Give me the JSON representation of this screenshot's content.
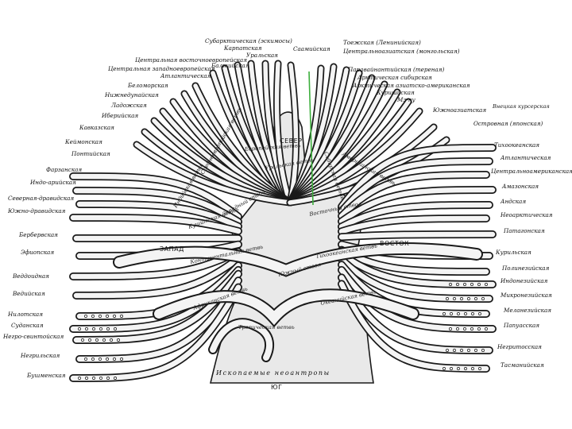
{
  "colors": {
    "ink": "#1a1a1a",
    "paper": "#ffffff",
    "trunk": "#e9e9e9",
    "highlight": "#3cae3c"
  },
  "cardinal": {
    "north": "СЕВЕР",
    "south": "ЮГ",
    "west": "ЗАПАД",
    "east": "ВОСТОК"
  },
  "bottom_label": "Ископаемые неоантропы",
  "top_labels": {
    "t1": "Субарктическая (эскимосы)",
    "t2": "Карпатская",
    "t3": "Уральская",
    "t4": "Саамийская",
    "t5": "Тоежская (Ленинийская)",
    "t6": "Центральноазиатская (монгольская)",
    "t7": "Центральная восточноевропейская",
    "t8": "Балтийская",
    "t9": "Центральная западноевропейская",
    "t10": "Атлантическая",
    "t11": "Беломорская",
    "t12": "Нижнедунайская",
    "t13": "Ладожская",
    "t14": "Иберийская",
    "t15": "Кавказская",
    "t16": "Кеймонская",
    "t17": "Понтийская",
    "t18": "Паравайнантийская (тереная)",
    "t19": "Арктическая сибирская",
    "t20": "Арктическая азиатско-американская",
    "t21": "Куршийская",
    "t22": "Мэ-ну",
    "t23": "Южноазиатская",
    "t24": "Внецкая курсерская",
    "t25": "Островная (японская)"
  },
  "left_labels": {
    "l1": "Фарзанская",
    "l2": "Индо-арийская",
    "l3": "Северная-дравидская",
    "l4": "Южно-дравидская",
    "l5": "Бербервская",
    "l6": "Эфиопская",
    "l7": "Веддоидная",
    "l8": "Ведийская",
    "l9": "Нилотская",
    "l10": "Суданская",
    "l11": "Негро-свинтойская",
    "l12": "Негрильская",
    "l13": "Бушменская"
  },
  "right_labels": {
    "r1": "Тихоокеанская",
    "r2": "Атлантическая",
    "r3": "Центральноамериканская",
    "r4": "Амазонская",
    "r5": "Андская",
    "r6": "Неоарктическая",
    "r7": "Патагонская",
    "r8": "Курильская",
    "r9": "Полинезийская",
    "r10": "Индонезийская",
    "r11": "Микронезийская",
    "r12": "Меланезийская",
    "r13": "Папуасская",
    "r14": "Негритосская",
    "r15": "Тасманийская"
  },
  "inner_labels": {
    "i1": "Европейская ветвь",
    "i2": "Среднеевропейская ветвь",
    "i3": "Уральская ветвь",
    "i4": "Сибирская ветвь",
    "i5": "Американская ветвь",
    "i6": "Индийская ветвь",
    "i7": "Кушитская ветвь",
    "i8": "Западный ствол",
    "i9": "Восточный ствол",
    "i10": "Континентальная ветвь",
    "i11": "Тихоокеанская ветвь",
    "i12": "Южный ствол",
    "i13": "Африканская ветвь",
    "i14": "Тропическая ветвь",
    "i15": "Океанийская ветвь"
  }
}
